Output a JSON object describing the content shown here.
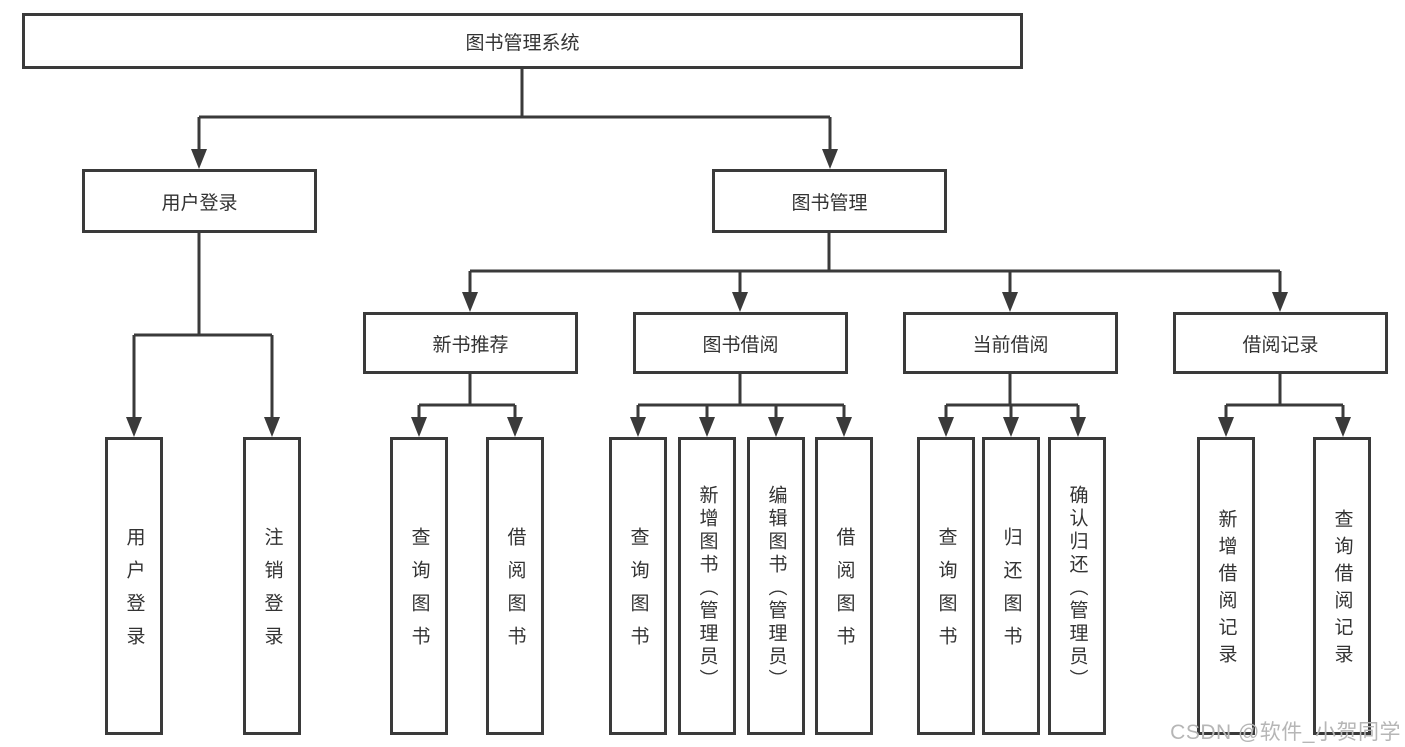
{
  "diagram": {
    "title": "图书管理系统",
    "level2": [
      {
        "label": "用户登录"
      },
      {
        "label": "图书管理"
      }
    ],
    "level3": [
      {
        "label": "新书推荐"
      },
      {
        "label": "图书借阅"
      },
      {
        "label": "当前借阅"
      },
      {
        "label": "借阅记录"
      }
    ],
    "leaves": [
      {
        "label": "用户登录"
      },
      {
        "label": "注销登录"
      },
      {
        "label": "查询图书"
      },
      {
        "label": "借阅图书"
      },
      {
        "label": "查询图书"
      },
      {
        "label": "新增图书（管理员）"
      },
      {
        "label": "编辑图书（管理员）"
      },
      {
        "label": "借阅图书"
      },
      {
        "label": "查询图书"
      },
      {
        "label": "归还图书"
      },
      {
        "label": "确认归还（管理员）"
      },
      {
        "label": "新增借阅记录"
      },
      {
        "label": "查询借阅记录"
      }
    ]
  },
  "watermark": "CSDN @软件_小贺同学",
  "colors": {
    "line": "#3a3a3a",
    "text": "#333333",
    "background": "#ffffff",
    "watermark": "#b6b6b6"
  }
}
